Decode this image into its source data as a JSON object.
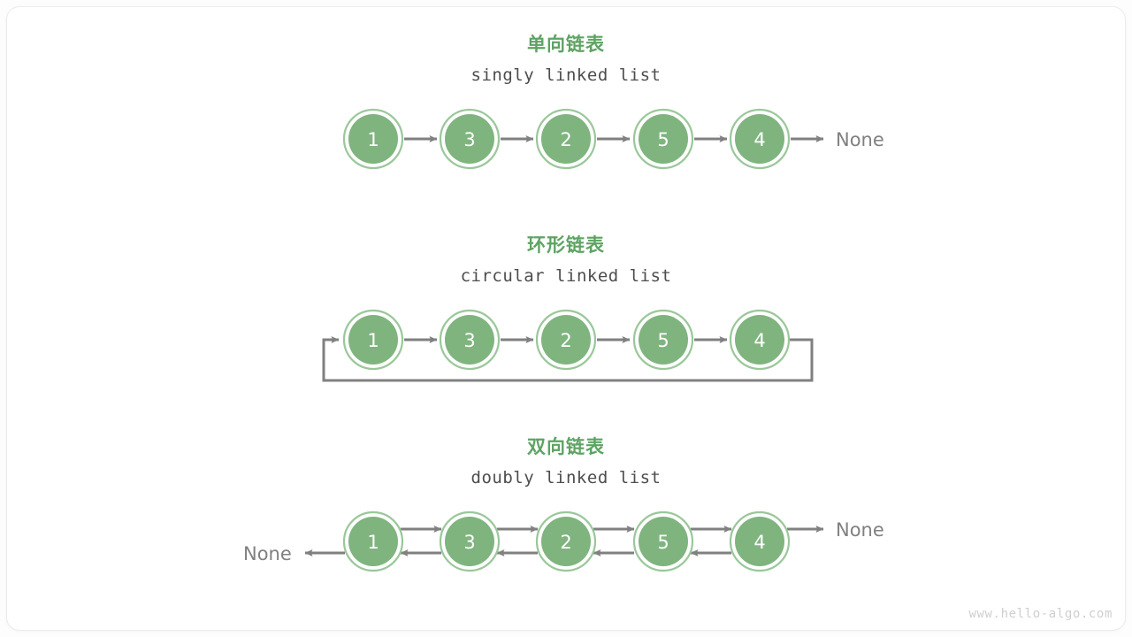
{
  "watermark": "www.hello-algo.com",
  "colors": {
    "node_fill": "#7fb47f",
    "node_ring": "#9ac79a",
    "arrow": "#808080",
    "title_green": "#5ea363",
    "subtitle_gray": "#4d4d4d",
    "none_gray": "#808080",
    "card_bg": "#ffffff",
    "page_bg": "#fdfdfd"
  },
  "sections": [
    {
      "id": "singly",
      "title_cn": "单向链表",
      "title_en": "singly linked list",
      "nodes": [
        "1",
        "3",
        "2",
        "5",
        "4"
      ],
      "tail_label": "None",
      "head_label": null
    },
    {
      "id": "circular",
      "title_cn": "环形链表",
      "title_en": "circular linked list",
      "nodes": [
        "1",
        "3",
        "2",
        "5",
        "4"
      ],
      "tail_label": null,
      "head_label": null
    },
    {
      "id": "doubly",
      "title_cn": "双向链表",
      "title_en": "doubly linked list",
      "nodes": [
        "1",
        "3",
        "2",
        "5",
        "4"
      ],
      "tail_label": "None",
      "head_label": "None"
    }
  ]
}
